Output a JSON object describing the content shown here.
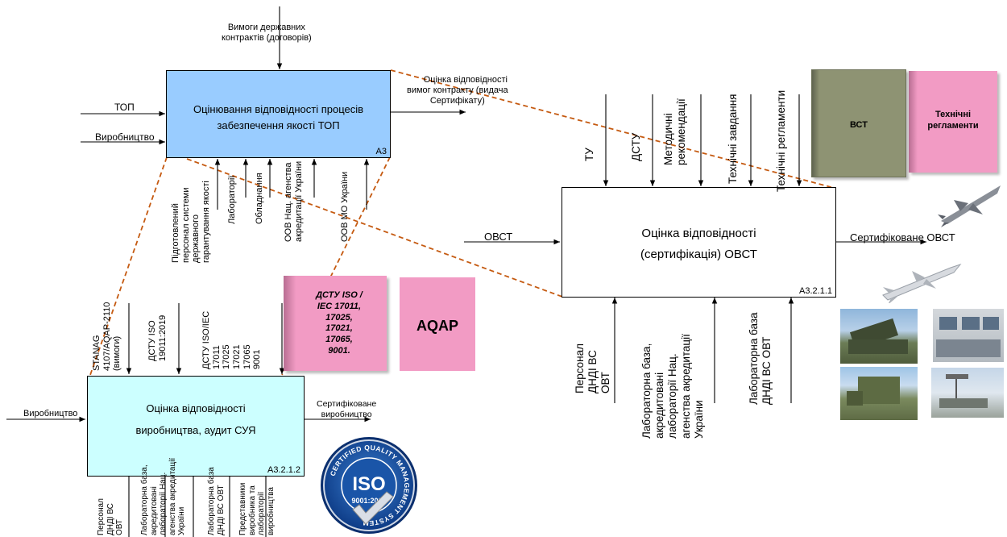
{
  "box_a3": {
    "title_line1": "Оцінювання відповідності процесів",
    "title_line2": "забезпечення якості ТОП",
    "id": "А3",
    "control_top": [
      "Вимоги державних",
      "контрактів (договорів)"
    ],
    "inputs": [
      "ТОП",
      "Виробництво"
    ],
    "output": [
      "Оцінка відповідності",
      "вимог контракту (видача",
      "Сертифікату)"
    ],
    "mechanisms": [
      [
        "Підготовлений",
        "персонал системи",
        "державного",
        "гарантування якості"
      ],
      [
        "Лабораторії"
      ],
      [
        "Обладнання"
      ],
      [
        "ООВ Нац. агенства",
        "акредитації України"
      ],
      [
        "ООВ МО України"
      ]
    ]
  },
  "box_ovst": {
    "title_line1": "Оцінка відповідності",
    "title_line2": "(сертифікація) ОВСТ",
    "id": "А3.2.1.1",
    "input": "ОВСТ",
    "output": "Сертифіковане ОВСТ",
    "controls": [
      [
        "ТУ"
      ],
      [
        "ДСТУ"
      ],
      [
        "Методичні",
        "рекомендації"
      ],
      [
        "Технічні завдання"
      ],
      [
        "Технічні регламенти"
      ]
    ],
    "mechanisms": [
      [
        "Персонал",
        "ДНДІ ВС",
        "ОВТ"
      ],
      [
        "Лабораторна база,",
        "акредитовані",
        "лабораторії Нац.",
        "агенства акредитації",
        "України"
      ],
      [
        "Лабораторна база",
        "ДНДІ ВС ОВТ"
      ]
    ]
  },
  "box_prod": {
    "title_line1": "Оцінка відповідності",
    "title_line2": "виробництва, аудит СУЯ",
    "id": "А3.2.1.2",
    "input": "Виробництво",
    "output": [
      "Сертифіковане",
      "виробництво"
    ],
    "controls": [
      [
        "STANAG",
        "4107/AQAP-2110",
        "(вимоги)"
      ],
      [
        "ДСТУ ISO",
        "19011:2019"
      ],
      [
        "ДСТУ ISO/IEC",
        "17011",
        "17025",
        "17021",
        "17065",
        "9001"
      ]
    ],
    "mechanisms": [
      [
        "Персонал",
        "ДНДІ ВС",
        "ОВТ"
      ],
      [
        "Лабораторна база,",
        "акредитовані",
        "лабораторії Нац.",
        "агенства акредитації",
        "України"
      ],
      [
        "Лабораторна база",
        "ДНДІ ВС ОВТ"
      ],
      [
        "Представники",
        "виробника та",
        "лабораторії",
        "виробництва"
      ]
    ]
  },
  "books": {
    "vst": "ВСТ",
    "tech_reg": [
      "Технічні",
      "регламенти"
    ],
    "dstu_iso": [
      "ДСТУ ISO /",
      "IEC 17011,",
      "17025,",
      "17021,",
      "17065,",
      "9001."
    ],
    "aqap": "AQAP"
  },
  "iso_badge": {
    "ring_text": "CERTIFIED QUALITY MANAGEMENT SYSTEM",
    "logo": "ISO",
    "standard": "9001:2015"
  },
  "colors": {
    "a3_fill": "#99ccff",
    "prod_fill": "#ccffff",
    "dashed": "#c55a11",
    "book_pink": "#f29bc4",
    "book_green": "#8e9373"
  },
  "icons": [
    "missile-icon",
    "missile-icon",
    "rocket-launcher-truck-photo",
    "control-room-photo",
    "military-truck-photo",
    "radar-station-photo"
  ]
}
